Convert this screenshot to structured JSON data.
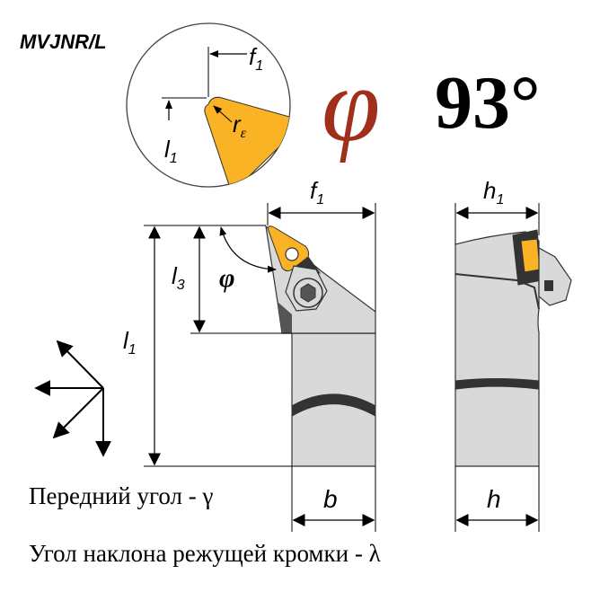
{
  "header": {
    "model_code": "MVJNR/L",
    "angle_symbol": "φ",
    "angle_value": "93°"
  },
  "detail_view": {
    "f1_letter": "f",
    "f1_sub": "1",
    "l1_letter": "l",
    "l1_sub": "1",
    "r_letter": "r",
    "r_sub": "ε"
  },
  "front_view": {
    "f1_letter": "f",
    "f1_sub": "1",
    "l3_letter": "l",
    "l3_sub": "3",
    "phi": "φ",
    "l1_letter": "l",
    "l1_sub": "1",
    "b": "b"
  },
  "side_view": {
    "h1_letter": "h",
    "h1_sub": "1",
    "h": "h"
  },
  "captions": {
    "rake_angle": "Передний угол - γ",
    "inclination_angle": "Угол наклона режущей кромки - λ"
  },
  "colors": {
    "insert": "#f9b324",
    "body": "#d9d9d9",
    "dark": "#333333",
    "phi": "#a0301c"
  }
}
